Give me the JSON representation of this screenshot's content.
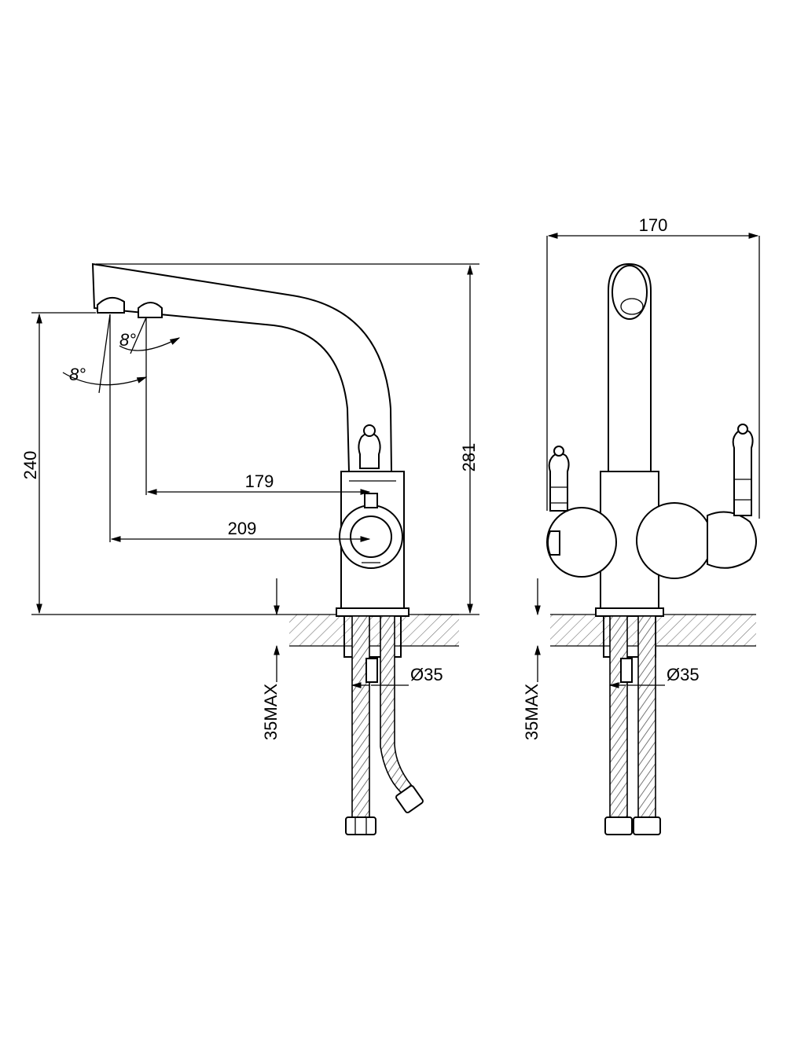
{
  "side_view": {
    "dim_height_total": "281",
    "dim_height_outlet": "240",
    "dim_reach_short": "179",
    "dim_reach_long": "209",
    "angle_1": "8°",
    "angle_2": "8°",
    "dim_mount_thickness": "35MAX",
    "dim_hole_diameter": "Ø35"
  },
  "front_view": {
    "dim_width": "170",
    "dim_mount_thickness": "35MAX",
    "dim_hole_diameter": "Ø35"
  }
}
